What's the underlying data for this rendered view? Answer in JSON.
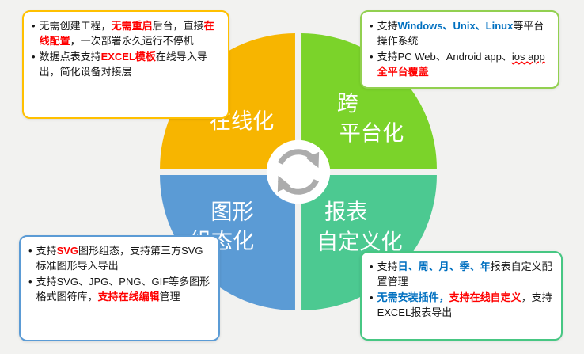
{
  "palette": {
    "red": "#ff0000",
    "blue": "#0070c0",
    "text": "#161616"
  },
  "diagram": {
    "center_icon": "sync-arrows-icon",
    "quadrants": [
      {
        "name": "online",
        "color": "#f7b500",
        "lines": [
          "在线化"
        ]
      },
      {
        "name": "cross-platform",
        "color": "#7bd32a",
        "lines": [
          "跨",
          "平台化"
        ]
      },
      {
        "name": "graphic-scada",
        "color": "#5b9bd5",
        "lines": [
          "图形",
          "组态化"
        ]
      },
      {
        "name": "report-custom",
        "color": "#4cc991",
        "lines": [
          "报表",
          "自定义化"
        ]
      }
    ]
  },
  "callouts": [
    {
      "name": "online-features",
      "border_color": "#ffc000",
      "bullet_glyph": "•",
      "bullets": [
        [
          {
            "t": "无需创建工程，"
          },
          {
            "t": "无需重启",
            "c": "red",
            "b": true
          },
          {
            "t": "后台，直接"
          },
          {
            "t": "在线配置",
            "c": "red",
            "b": true
          },
          {
            "t": "，一次部署永久运行不停机"
          }
        ],
        [
          {
            "t": "数据点表支持"
          },
          {
            "t": "EXCEL模板",
            "c": "red",
            "b": true
          },
          {
            "t": "在线导入导出，简化设备对接层"
          }
        ]
      ]
    },
    {
      "name": "cross-platform-features",
      "border_color": "#92d050",
      "bullet_glyph": "•",
      "bullets": [
        [
          {
            "t": "支持"
          },
          {
            "t": "Windows、Unix、Linux",
            "c": "blue",
            "b": true
          },
          {
            "t": "等平台操作系统"
          }
        ],
        [
          {
            "t": "支持PC Web、Android app、"
          },
          {
            "t": "ios app",
            "u": "red"
          },
          {
            "t": "全平台覆盖",
            "c": "red",
            "b": true
          }
        ]
      ]
    },
    {
      "name": "graphic-scada-features",
      "border_color": "#5b9bd5",
      "bullet_glyph": "•",
      "bullets": [
        [
          {
            "t": "支持"
          },
          {
            "t": "SVG",
            "c": "red",
            "b": true
          },
          {
            "t": "图形组态，支持第三方SVG标准图形导入导出"
          }
        ],
        [
          {
            "t": "支持SVG、JPG、PNG、GIF等多图形格式图符库，"
          },
          {
            "t": "支持在线编辑",
            "c": "red",
            "b": true
          },
          {
            "t": "管理"
          }
        ]
      ]
    },
    {
      "name": "report-custom-features",
      "border_color": "#47c783",
      "bullet_glyph": "•",
      "bullets": [
        [
          {
            "t": "支持"
          },
          {
            "t": "日、周、月、季、年",
            "c": "blue",
            "b": true
          },
          {
            "t": "报表自定义配置管理"
          }
        ],
        [
          {
            "t": "无需安装插件，",
            "c": "blue",
            "b": true
          },
          {
            "t": "支持在线自定义",
            "c": "red",
            "b": true
          },
          {
            "t": "，支持EXCEL报表导出"
          }
        ]
      ]
    }
  ]
}
